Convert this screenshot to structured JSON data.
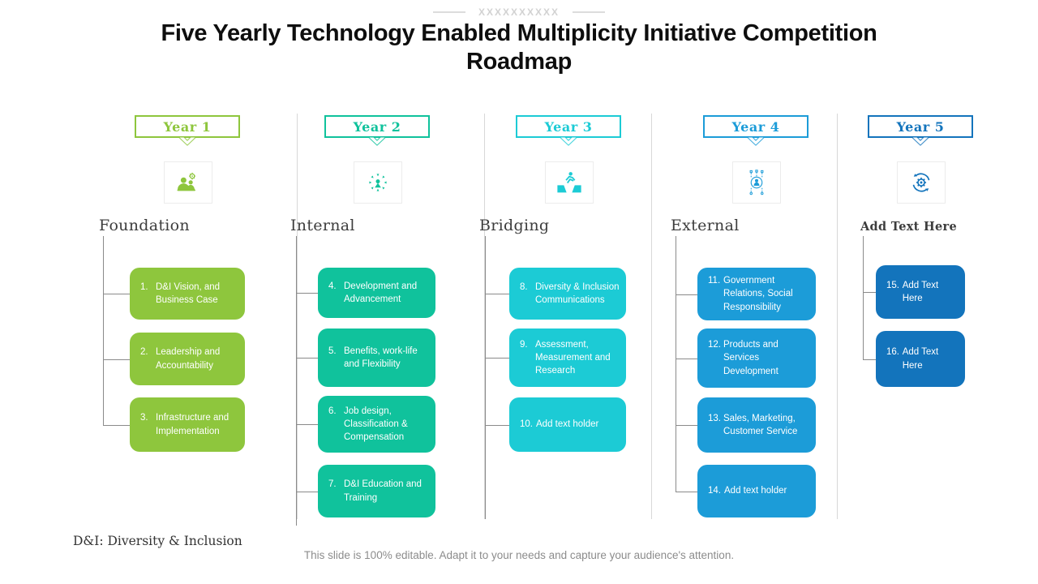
{
  "page": {
    "top_placeholder": "XXXXXXXXXX",
    "title": "Five Yearly Technology Enabled Multiplicity Initiative Competition Roadmap",
    "footer_note": "D&I: Diversity & Inclusion",
    "footer_caption": "This slide is 100% editable. Adapt it to your needs and capture your audience's attention."
  },
  "columns": [
    {
      "year_label": "Year 1",
      "heading": "Foundation",
      "icon": "team-gear-icon",
      "color": "#8EC63D",
      "items": [
        {
          "num": "1.",
          "text": "D&I Vision, and Business Case"
        },
        {
          "num": "2.",
          "text": "Leadership and Accountability"
        },
        {
          "num": "3.",
          "text": "Infrastructure and Implementation"
        }
      ]
    },
    {
      "year_label": "Year 2",
      "heading": "Internal",
      "icon": "converging-arrows-icon",
      "color": "#10C29C",
      "items": [
        {
          "num": "4.",
          "text": "Development and Advancement"
        },
        {
          "num": "5.",
          "text": "Benefits, work-life and Flexibility"
        },
        {
          "num": "6.",
          "text": "Job design, Classification & Compensation"
        },
        {
          "num": "7.",
          "text": "D&I Education and Training"
        }
      ]
    },
    {
      "year_label": "Year 3",
      "heading": "Bridging",
      "icon": "bridge-gap-icon",
      "color": "#1CCBD5",
      "items": [
        {
          "num": "8.",
          "text": "Diversity & Inclusion Communications"
        },
        {
          "num": "9.",
          "text": "Assessment, Measurement and Research"
        },
        {
          "num": "10.",
          "text": "Add text holder"
        }
      ]
    },
    {
      "year_label": "Year 4",
      "heading": "External",
      "icon": "network-flow-icon",
      "color": "#1C9CD8",
      "items": [
        {
          "num": "11.",
          "text": "Government Relations, Social Responsibility"
        },
        {
          "num": "12.",
          "text": "Products and Services Development"
        },
        {
          "num": "13.",
          "text": "Sales, Marketing, Customer Service"
        },
        {
          "num": "14.",
          "text": "Add text holder"
        }
      ]
    },
    {
      "year_label": "Year 5",
      "heading": "Add Text Here",
      "icon": "gear-sync-icon",
      "color": "#1374BC",
      "items": [
        {
          "num": "15.",
          "text": "Add Text Here"
        },
        {
          "num": "16.",
          "text": "Add Text Here"
        }
      ]
    }
  ]
}
